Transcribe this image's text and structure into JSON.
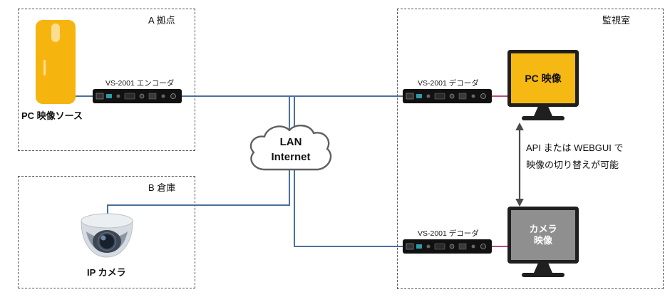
{
  "site_a": {
    "title": "A 拠点",
    "source_label": "PC 映像ソース",
    "encoder": {
      "label": "VS-2001 エンコーダ"
    }
  },
  "site_b": {
    "title": "B 倉庫",
    "camera_label": "IP カメラ"
  },
  "cloud": {
    "line1": "LAN",
    "line2": "Internet"
  },
  "monitor_room": {
    "title": "監視室",
    "decoder_top": {
      "label": "VS-2001 デコーダ"
    },
    "decoder_bottom": {
      "label": "VS-2001 デコーダ"
    },
    "monitor_top": {
      "screen_label": "PC 映像"
    },
    "monitor_bottom": {
      "screen_label_line1": "カメラ",
      "screen_label_line2": "映像"
    },
    "note": {
      "line1": "API または WEBGUI で",
      "line2": "映像の切り替えが可能"
    }
  },
  "colors": {
    "accent_yellow": "#F6B40E",
    "monitor_yellow": "#F6B913",
    "monitor_gray": "#8F8F8F",
    "line_blue": "#4C6F9C",
    "line_magenta": "#B34A86",
    "device_black": "#111111",
    "cloud_outline": "#5F5F5F"
  }
}
